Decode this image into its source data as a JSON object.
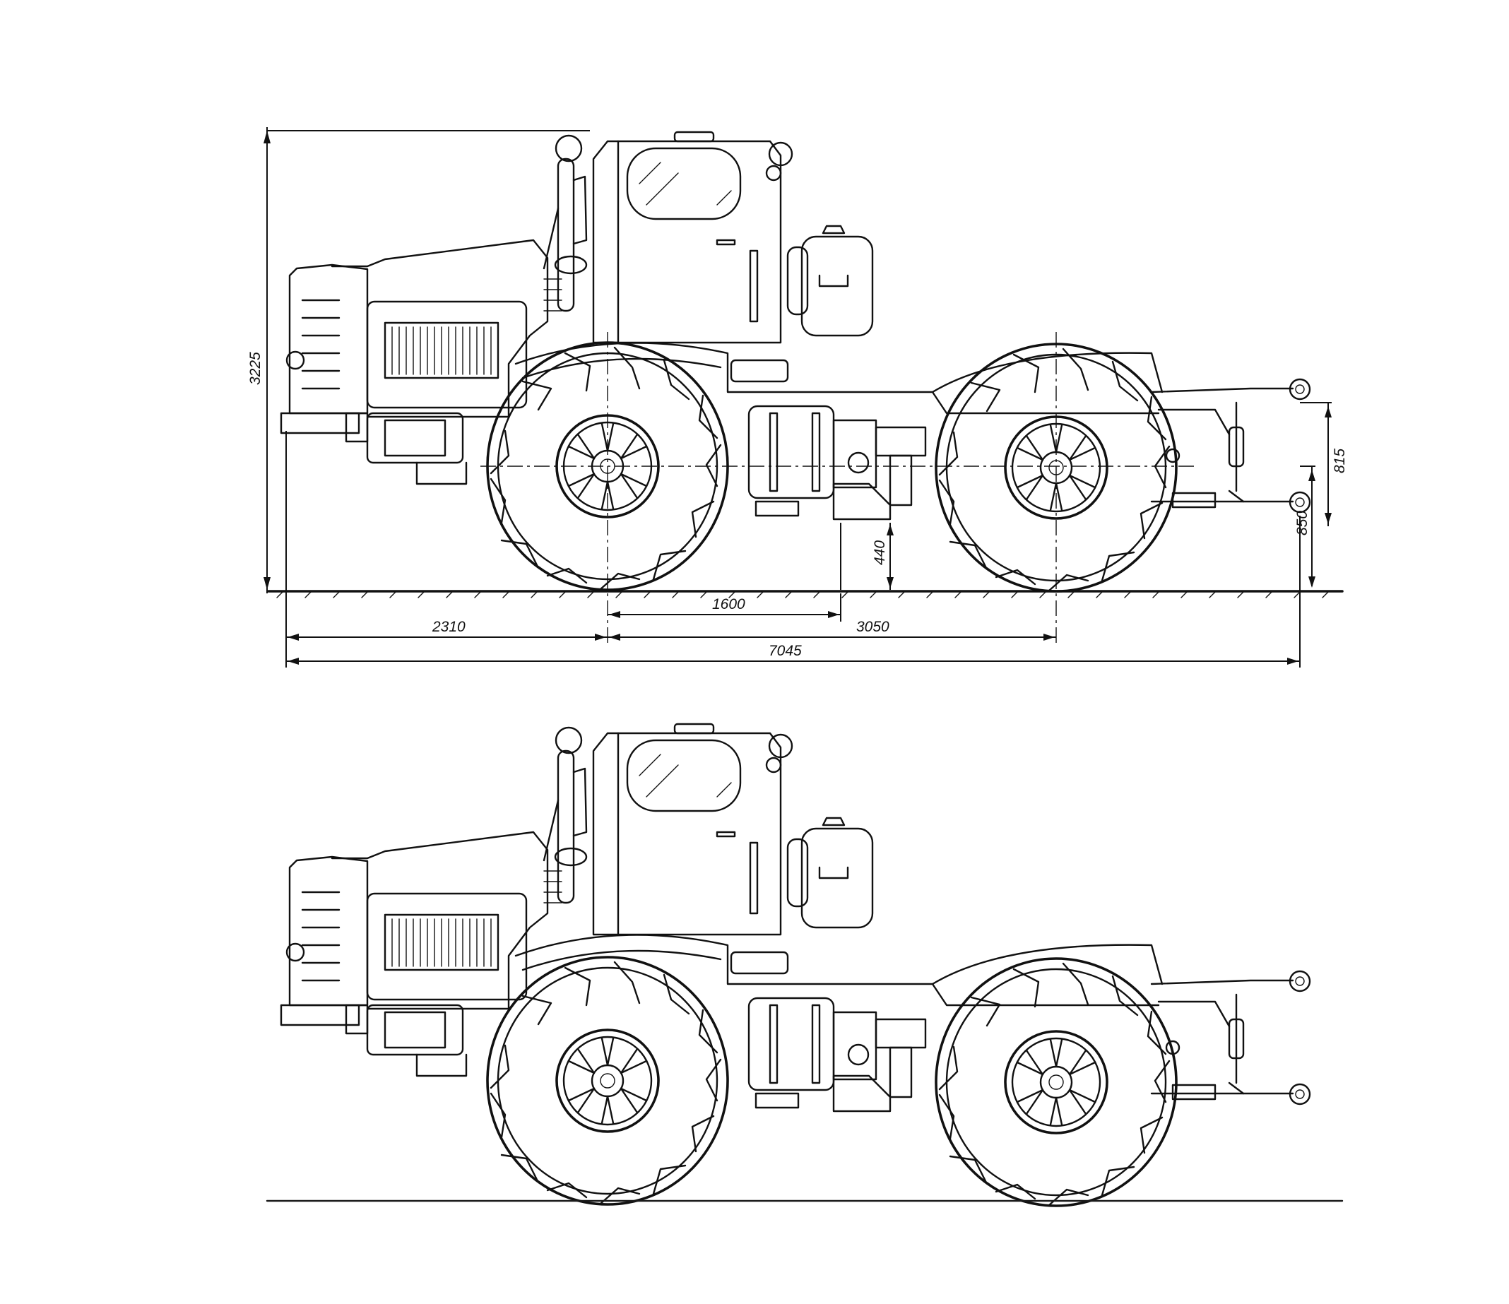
{
  "drawings": [
    {
      "style": "hand-drawn technical sketch with dimension lines",
      "dimensions": {
        "overall_height": "3225",
        "hitch_height_upper": "815",
        "hitch_height_lower": "850",
        "ground_clearance": "440",
        "front_overhang": "2310",
        "front_axle_to_center": "1600",
        "wheelbase": "3050",
        "overall_length": "7045"
      }
    },
    {
      "style": "clean vector line-art redraw"
    }
  ],
  "colors": {
    "ink": "#111111",
    "paper": "#ffffff"
  }
}
